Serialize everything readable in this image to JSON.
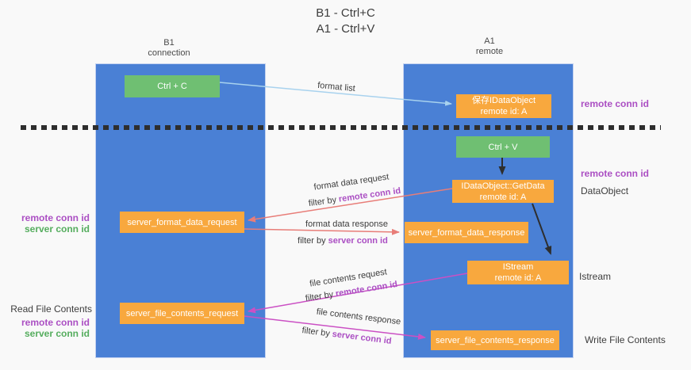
{
  "title": {
    "line1": "B1 - Ctrl+C",
    "line2": "A1 - Ctrl+V"
  },
  "columns": {
    "left": {
      "name": "B1",
      "role": "connection"
    },
    "right": {
      "name": "A1",
      "role": "remote"
    }
  },
  "nodes": {
    "ctrl_c": {
      "label": "Ctrl + C"
    },
    "ctrl_v": {
      "label": "Ctrl + V"
    },
    "save_dataobject": {
      "line1": "保存IDataObject",
      "line2": "remote id: A"
    },
    "getdata": {
      "line1": "IDataObject::GetData",
      "line2": "remote id: A"
    },
    "istream": {
      "line1": "IStream",
      "line2": "remote id: A"
    },
    "format_request": {
      "label": "server_format_data_request"
    },
    "format_response": {
      "label": "server_format_data_response"
    },
    "file_request": {
      "label": "server_file_contents_request"
    },
    "file_response": {
      "label": "server_file_contents_response"
    }
  },
  "flow_labels": {
    "format_list": "format list",
    "format_data_request": "format data request",
    "format_data_response": "format data response",
    "file_contents_request": "file contents request",
    "file_contents_response": "file contents response",
    "filter_by": "filter by",
    "remote_conn_id": "remote conn id",
    "server_conn_id": "server conn id"
  },
  "side_labels": {
    "left": {
      "remote_conn_id": "remote conn id",
      "server_conn_id": "server conn id",
      "read_file_contents": "Read File Contents",
      "remote_conn_id2": "remote conn id",
      "server_conn_id2": "server conn id"
    },
    "right": {
      "remote_conn_id_top": "remote conn id",
      "remote_conn_id_mid": "remote conn id",
      "dataobject": "DataObject",
      "istream": "Istream",
      "write_file_contents": "Write File Contents"
    }
  },
  "colors": {
    "lane_blue": "#4a80d5",
    "box_orange": "#f8a83e",
    "box_green": "#6fbf72",
    "arrow_lightblue": "#a8d2ee",
    "arrow_black": "#2e2e2e",
    "arrow_salmon": "#e87d78",
    "arrow_magenta": "#cb50c4",
    "text_purple": "#ab4fc3",
    "text_green": "#55ad5e",
    "text_dark": "#3d3d3d",
    "background": "#f9f9f9"
  }
}
